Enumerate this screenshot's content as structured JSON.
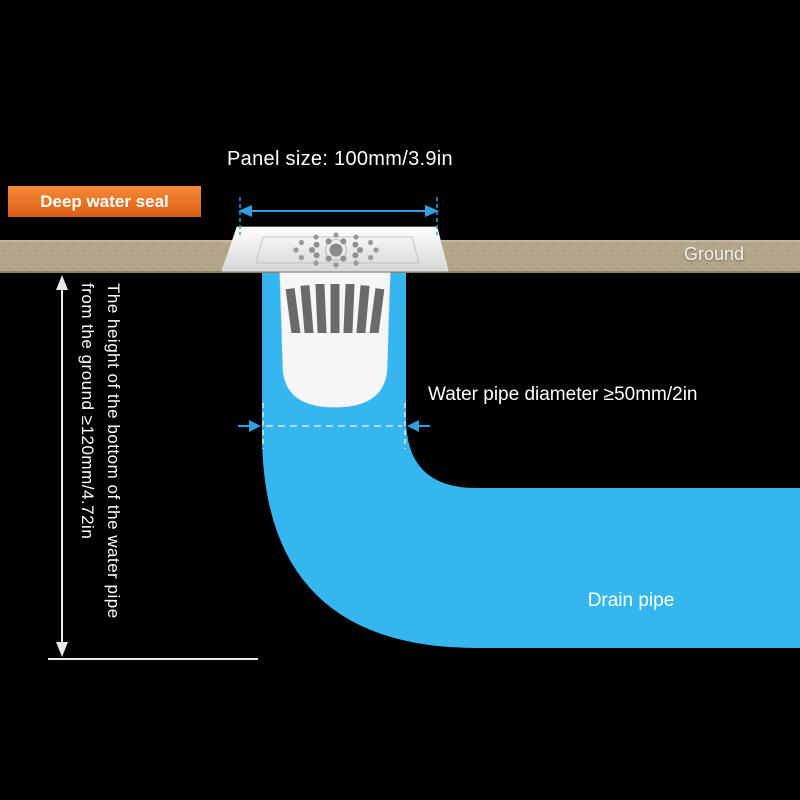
{
  "labels": {
    "panel_size": "Panel size: 100mm/3.9in",
    "deep_water_seal": "Deep water seal",
    "ground": "Ground",
    "pipe_diameter": "Water pipe diameter ≥50mm/2in",
    "drain_pipe": "Drain pipe",
    "height_line_1": "The height of the bottom of the water pipe",
    "height_line_2": "from the ground ≥120mm/4.72in"
  },
  "colors": {
    "background": "#000000",
    "pipe_blue": "#35b6ef",
    "dimension_blue": "#2f9fdd",
    "dimension_white": "#e9e9e9",
    "ground_tan": "#b4a68b",
    "label_orange": "#e8671f",
    "text_white": "#ffffff"
  }
}
